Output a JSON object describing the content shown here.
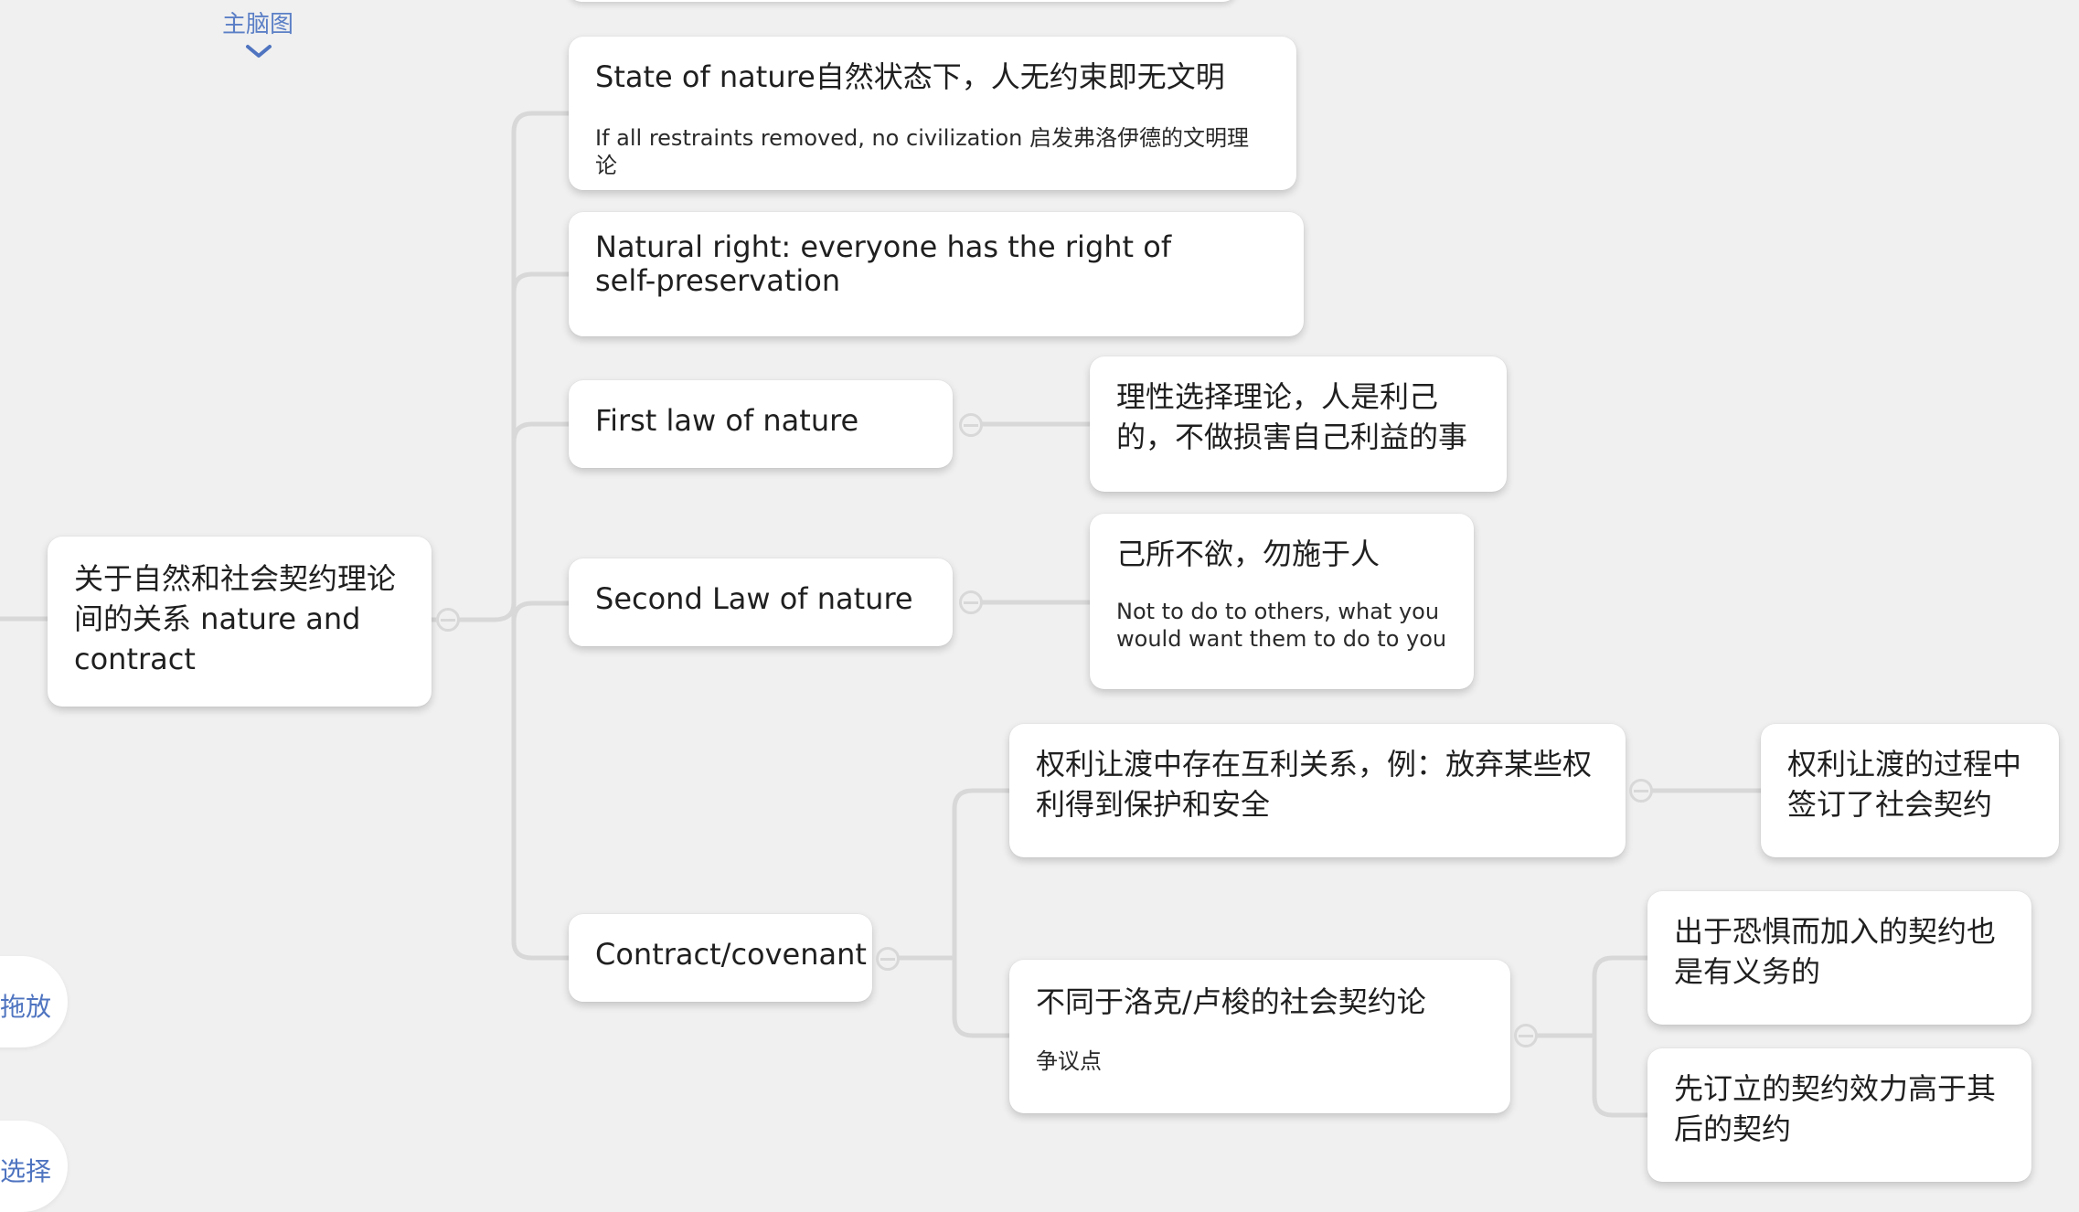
{
  "toolbar": {
    "main_map_label": "主脑图",
    "drag_label": "拖放",
    "select_label": "选择"
  },
  "mindmap": {
    "root": "关于自然和社会契约理论间的关系 nature and contract",
    "state_of_nature": {
      "title": "State of nature自然状态下，人无约束即无文明",
      "note": "If all restraints removed, no civilization 启发弗洛伊德的文明理论"
    },
    "natural_right": {
      "title": "Natural right: everyone has the right of self-preservation"
    },
    "first_law": {
      "title": "First law of nature",
      "child": "理性选择理论，人是利己的，不做损害自己利益的事"
    },
    "second_law": {
      "title": "Second Law of nature",
      "child_title": "己所不欲，勿施于人",
      "child_note": "Not to do to others, what you would want them to do to you"
    },
    "contract": {
      "title": "Contract/covenant",
      "reciprocity": "权利让渡中存在互利关系，例：放弃某些权利得到保护和安全",
      "reciprocity_child": "权利让渡的过程中签订了社会契约",
      "differs": "不同于洛克/卢梭的社会契约论",
      "differs_note": "争议点",
      "differs_child_1": "出于恐惧而加入的契约也是有义务的",
      "differs_child_2": "先订立的契约效力高于其后的契约"
    }
  },
  "colors": {
    "background": "#f0f0f0",
    "node_fill": "#ffffff",
    "connector": "#d8d8d8",
    "accent_blue": "#4f74c0"
  }
}
